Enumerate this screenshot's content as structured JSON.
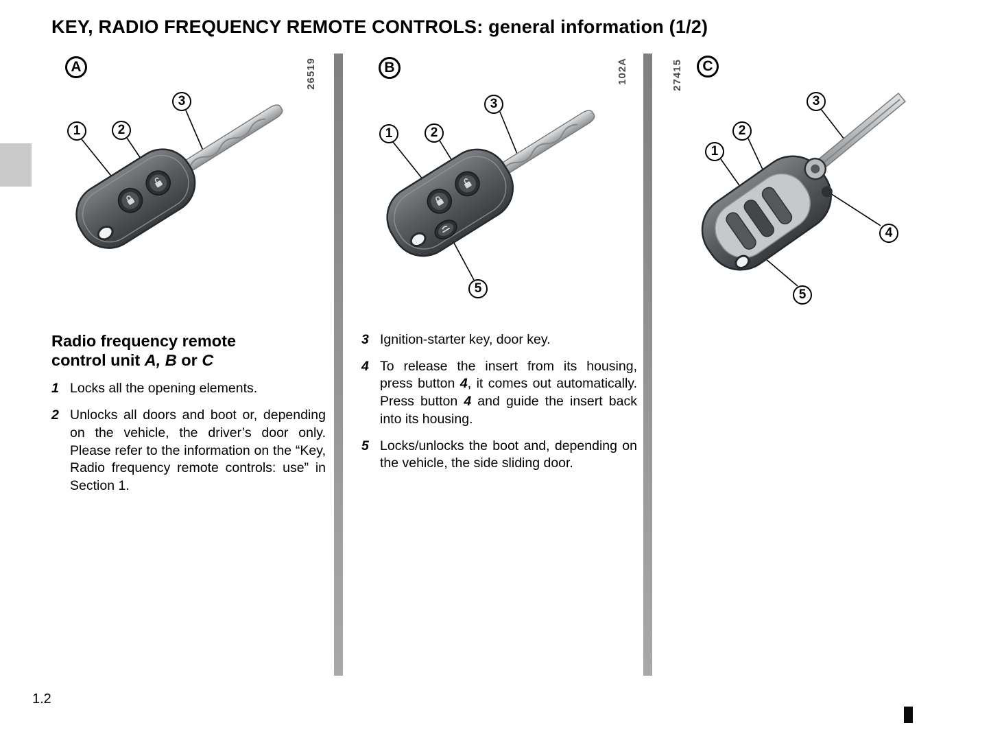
{
  "page": {
    "title": "KEY, RADIO FREQUENCY REMOTE CONTROLS: general information (1/2)",
    "page_number": "1.2"
  },
  "figures": {
    "a": {
      "label": "A",
      "ref": "26519",
      "callouts": {
        "c1": "1",
        "c2": "2",
        "c3": "3"
      }
    },
    "b": {
      "label": "B",
      "ref": "102A",
      "callouts": {
        "c1": "1",
        "c2": "2",
        "c3": "3",
        "c5": "5"
      }
    },
    "c": {
      "label": "C",
      "ref": "27415",
      "callouts": {
        "c1": "1",
        "c2": "2",
        "c3": "3",
        "c4": "4",
        "c5": "5"
      }
    }
  },
  "content": {
    "left": {
      "heading": {
        "line1": "Radio frequency remote",
        "line2_pre": "control unit ",
        "line2_models": "A, B",
        "line2_or": " or ",
        "line2_model_c": "C"
      },
      "items": [
        {
          "num": "1",
          "text": "Locks all the opening elements."
        },
        {
          "num": "2",
          "text": "Unlocks all doors and boot or, depending on the vehicle, the driver’s door only. Please refer to the information on the “Key, Radio frequency remote controls: use” in Section 1."
        }
      ]
    },
    "middle": {
      "items": [
        {
          "num": "3",
          "text": "Ignition-starter key, door key."
        },
        {
          "num": "4",
          "pre": "To release the insert from its housing, press button ",
          "ref1": "4",
          "mid": ", it comes out automatically. Press button ",
          "ref2": "4",
          "post": " and guide the insert back into its housing."
        },
        {
          "num": "5",
          "text": "Locks/unlocks the boot and, depending on the vehicle, the side sliding door."
        }
      ]
    }
  }
}
